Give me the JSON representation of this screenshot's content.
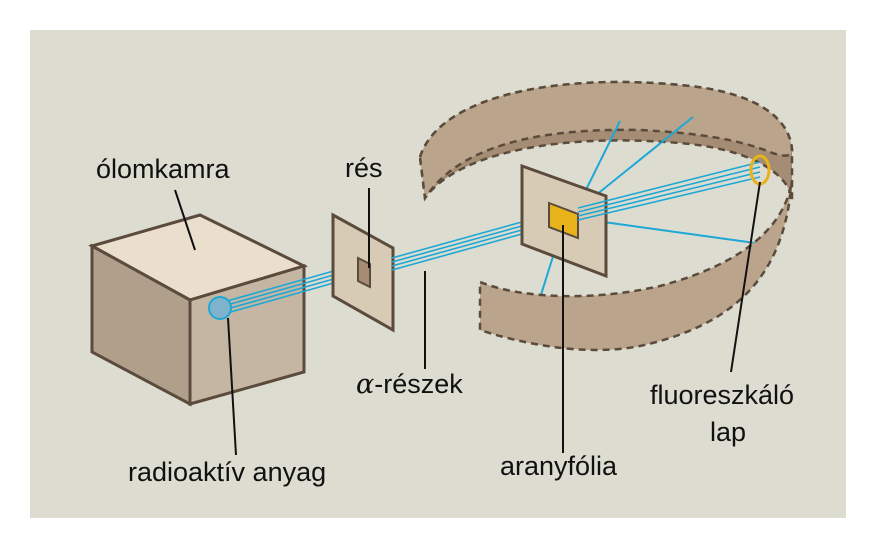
{
  "labels": {
    "lead_chamber": "ólomkamra",
    "slit": "rés",
    "alpha_symbol": "α",
    "alpha_particles": "-részek",
    "radioactive_material": "radioaktív anyag",
    "gold_foil": "aranyfólia",
    "fluorescent_screen_line1": "fluoreszkáló",
    "fluorescent_screen_line2": "lap"
  },
  "colors": {
    "panel_background": "#dcdcd0",
    "box_front": "#c4b6a2",
    "box_top": "#e9dfcc",
    "box_side": "#b0a08b",
    "outline": "#5b4b3c",
    "slit_plate": "#d8cbb6",
    "ring": "#bba48c",
    "ring_inner": "#a48d74",
    "beam": "#1da8d6",
    "source": "#7fb2cc",
    "gold": "#e8b31a",
    "leader": "#111111"
  }
}
